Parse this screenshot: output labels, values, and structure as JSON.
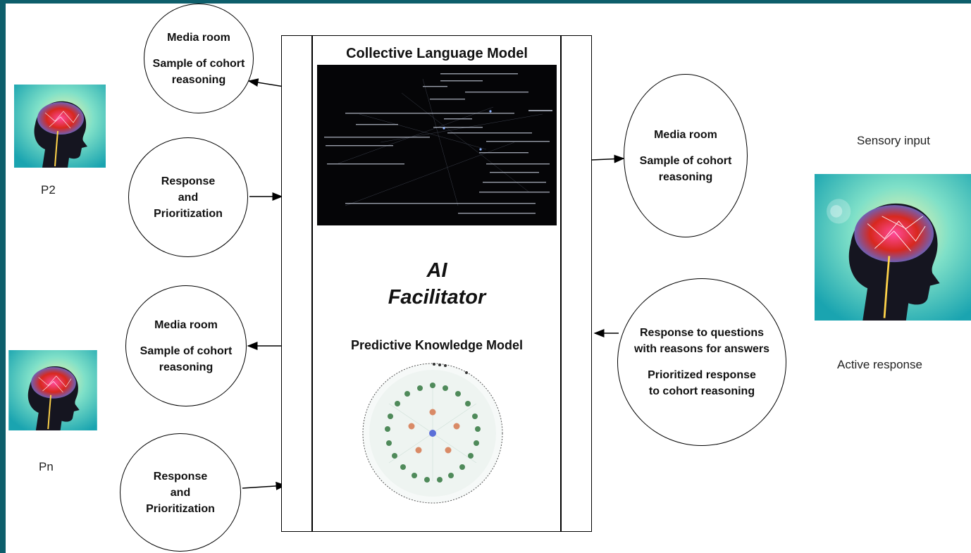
{
  "people": {
    "p2_label": "P2",
    "pn_label": "Pn"
  },
  "left_circles": {
    "top_media": {
      "title": "Media room",
      "line1": "Sample of cohort",
      "line2": "reasoning"
    },
    "top_response": {
      "line1": "Response",
      "line2": "and",
      "line3": "Prioritization"
    },
    "bottom_media": {
      "title": "Media room",
      "line1": "Sample of cohort",
      "line2": "reasoning"
    },
    "bottom_response": {
      "line1": "Response",
      "line2": "and",
      "line3": "Prioritization"
    }
  },
  "center": {
    "collective_title": "Collective Language Model",
    "facilitator_line1": "AI",
    "facilitator_line2": "Facilitator",
    "predictive_title": "Predictive Knowledge Model"
  },
  "right_circles": {
    "media": {
      "title": "Media room",
      "line1": "Sample of cohort",
      "line2": "reasoning"
    },
    "response": {
      "line1": "Response to questions",
      "line2": "with reasons for answers",
      "line3": "Prioritized response",
      "line4": "to cohort reasoning"
    }
  },
  "right_labels": {
    "sensory": "Sensory input",
    "active": "Active response"
  },
  "icons": {
    "head": "brain-head-icon"
  }
}
